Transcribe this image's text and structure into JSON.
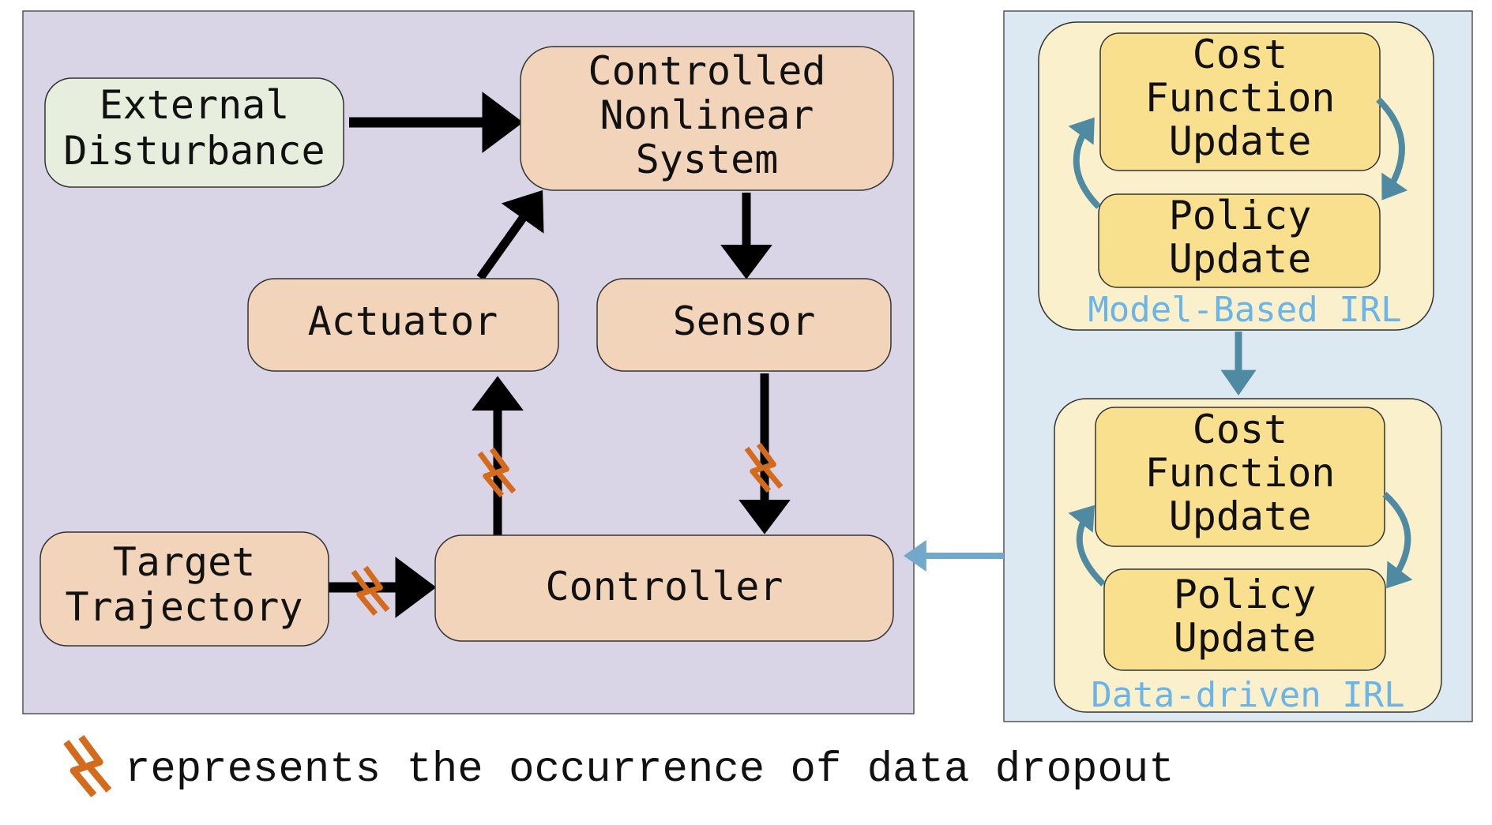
{
  "blocks": {
    "external_disturbance": [
      "External",
      "Disturbance"
    ],
    "controlled_system": [
      "Controlled",
      "Nonlinear",
      "System"
    ],
    "actuator": "Actuator",
    "sensor": "Sensor",
    "target_trajectory": [
      "Target",
      "Trajectory"
    ],
    "controller": "Controller"
  },
  "model_based": {
    "title": "Model-Based IRL",
    "cost_update": [
      "Cost",
      "Function",
      "Update"
    ],
    "policy_update": [
      "Policy",
      "Update"
    ]
  },
  "data_driven": {
    "title": "Data-driven IRL",
    "cost_update": [
      "Cost",
      "Function",
      "Update"
    ],
    "policy_update": [
      "Policy",
      "Update"
    ]
  },
  "legend": {
    "text": "represents the occurrence of data dropout"
  },
  "colors": {
    "dropout": "#d46a1c",
    "irl_arrow": "#4f8aa3",
    "feedback_arrow": "#72a9c8",
    "irl_title": "#6ab4e8"
  }
}
